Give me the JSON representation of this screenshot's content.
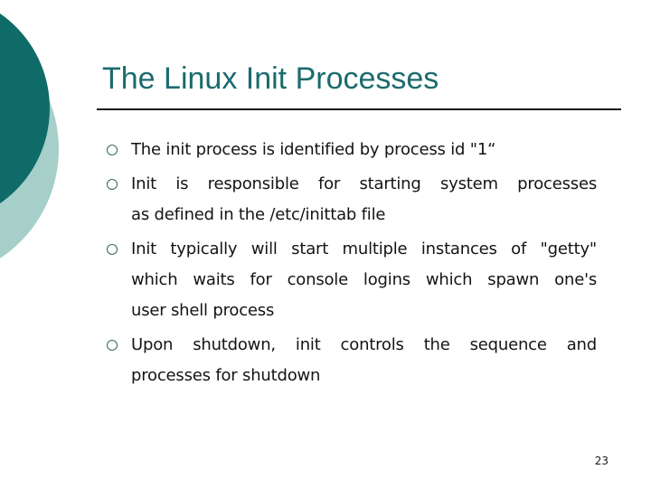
{
  "slide": {
    "title": "The Linux Init Processes",
    "page_number": "23",
    "bullets": [
      {
        "lines": [
          "The init process is identified by process id \"1“"
        ]
      },
      {
        "lines": [
          "Init is responsible for starting system processes",
          "as defined in the /etc/inittab file"
        ]
      },
      {
        "lines": [
          "Init typically will start multiple instances of \"getty\"",
          "which waits for console logins which spawn one's",
          "user shell process"
        ]
      },
      {
        "lines": [
          "Upon shutdown, init controls the sequence and",
          "processes for shutdown"
        ]
      }
    ],
    "colors": {
      "title_text": "#1b6b6e",
      "body_text": "#141414",
      "rule_line": "#1a1a1a",
      "bullet_outline": "#33655f",
      "decor_circle_dark": "#0f6b68",
      "decor_circle_light": "#a6cfca",
      "background": "#ffffff"
    }
  }
}
